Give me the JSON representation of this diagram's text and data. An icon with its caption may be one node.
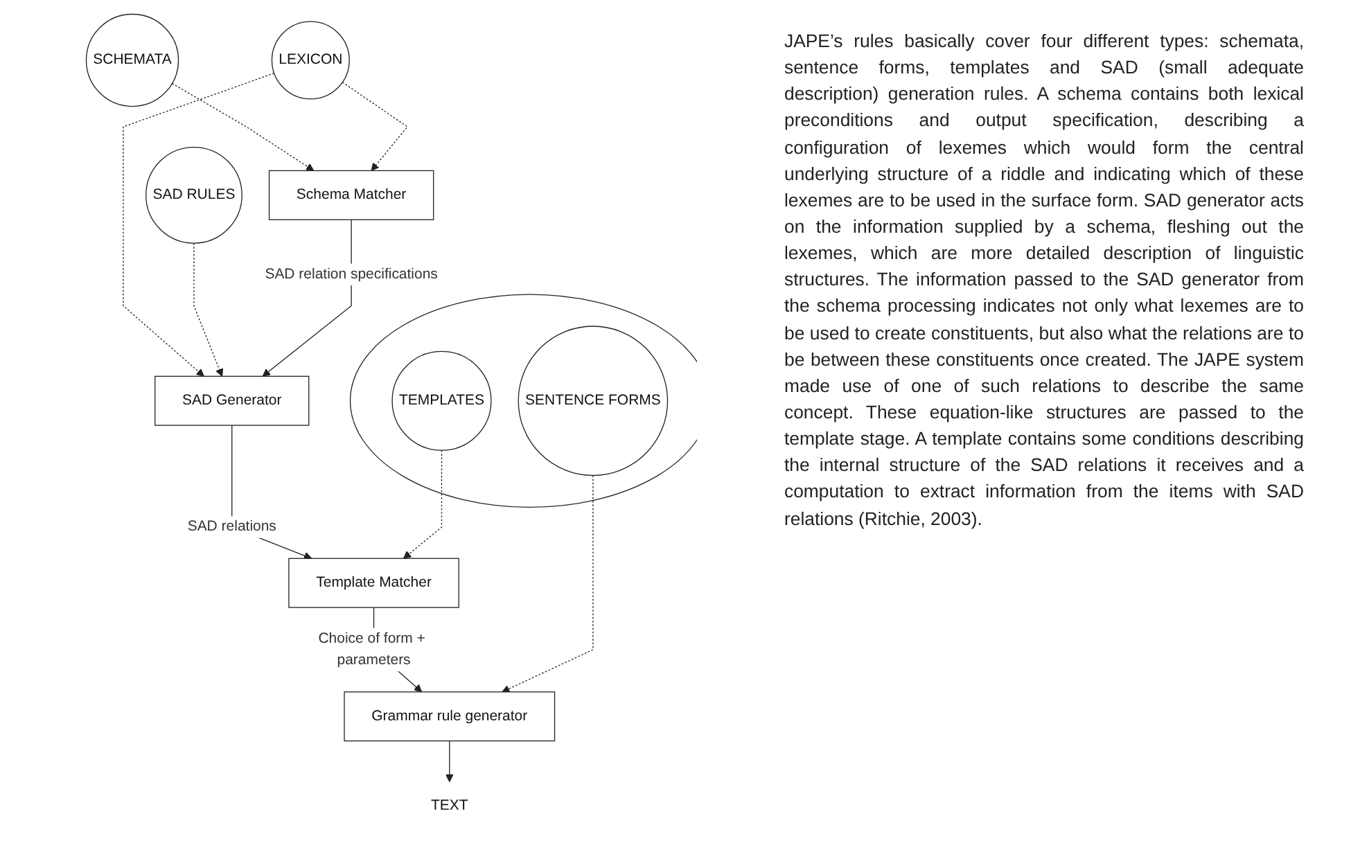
{
  "diagram": {
    "nodes": [
      {
        "text": [
          "SCHEMATA"
        ]
      },
      {
        "text": [
          "Schema Matcher"
        ]
      },
      {
        "text": [
          "LEXICON"
        ]
      },
      {
        "text": [
          "SAD Generator"
        ]
      },
      {
        "text": [
          "SAD RULES"
        ]
      },
      {
        "text": [],
        "shape": "circle"
      },
      {
        "text": [
          "TEMPLATES"
        ],
        "in": 5
      },
      {
        "text": [
          "Template Matcher"
        ]
      },
      {
        "text": [
          "SENTENCE FORMS"
        ],
        "in": 5
      },
      {
        "text": [
          "Grammar rule generator"
        ]
      },
      {
        "text": [
          "TEXT"
        ]
      }
    ],
    "edges": [
      {
        "from": 0,
        "to": 1,
        "arrow": "to",
        "style": "dashed"
      },
      {
        "from": 2,
        "to": 1,
        "arrow": "to",
        "style": "dashed"
      },
      {
        "from": 2,
        "to": 3,
        "arrow": "to",
        "style": "dashed"
      },
      {
        "from": 4,
        "to": 3,
        "arrow": "to",
        "style": "dashed"
      },
      {
        "from": 1,
        "to": 3,
        "label": "SAD relation specifications",
        "arrow": "to"
      },
      {
        "from": 3,
        "to": 7,
        "label": "SAD relations",
        "arrow": "to"
      },
      {
        "from": 6,
        "to": 7,
        "arrow": "to",
        "style": "dashed"
      },
      {
        "from": 7,
        "to": 9,
        "label": "Choice of form + parameters",
        "arrow": "to"
      },
      {
        "from": 8,
        "to": 9,
        "arrow": "to",
        "style": "dashed"
      },
      {
        "from": 9,
        "to": 10,
        "arrow": "to"
      }
    ],
    "labels": [
      "JAPE’s rules basically cover four different types: schemata, sentence forms, templates and SAD (small adequate description) generation rules. A schema contains both lexical preconditions and output specification, describing a configuration of lexemes which would form the central underlying structure of a riddle and indicating which of these lexemes are to be used in the surface form. SAD generator acts on the information supplied by a schema, fleshing out the lexemes, which are more detailed description of linguistic structures. The information passed to the SAD generator from the schema processing indicates not only what lexemes are to be used to create constituents, but also what the relations are to be between these constituents once created. The JAPE system made use of one of such relations to describe the same concept. These equation-like structures are passed to the template stage. A template contains some conditions describing the internal structure of the SAD relations it receives and a computation to extract information from the items with SAD relations (Ritchie, 2003)."
    ]
  }
}
